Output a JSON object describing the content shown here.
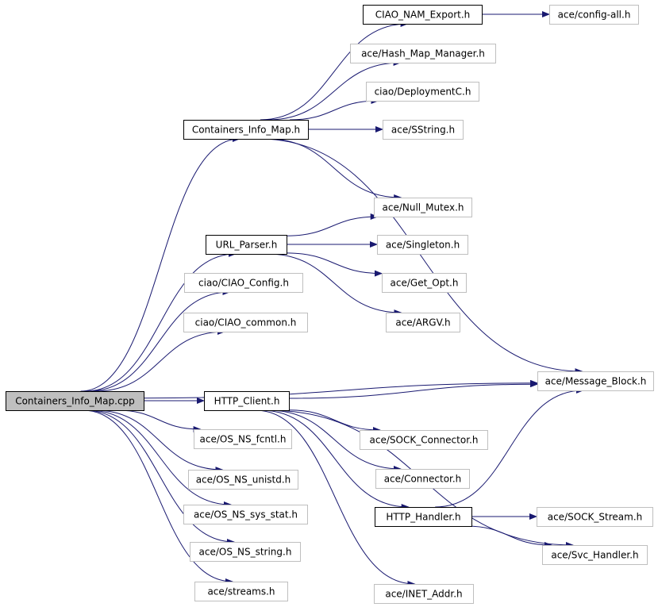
{
  "graph": {
    "nodes": [
      {
        "id": "root",
        "label": "Containers_Info_Map.cpp",
        "style": "root"
      },
      {
        "id": "cim_h",
        "label": "Containers_Info_Map.h",
        "style": "documented"
      },
      {
        "id": "url_parser",
        "label": "URL_Parser.h",
        "style": "documented"
      },
      {
        "id": "http_client",
        "label": "HTTP_Client.h",
        "style": "documented"
      },
      {
        "id": "ciao_nam",
        "label": "CIAO_NAM_Export.h",
        "style": "documented"
      },
      {
        "id": "http_handler",
        "label": "HTTP_Handler.h",
        "style": "documented"
      },
      {
        "id": "config_all",
        "label": "ace/config-all.h",
        "style": "external"
      },
      {
        "id": "hash_map",
        "label": "ace/Hash_Map_Manager.h",
        "style": "external"
      },
      {
        "id": "deploymentc",
        "label": "ciao/DeploymentC.h",
        "style": "external"
      },
      {
        "id": "sstring",
        "label": "ace/SString.h",
        "style": "external"
      },
      {
        "id": "null_mutex",
        "label": "ace/Null_Mutex.h",
        "style": "external"
      },
      {
        "id": "singleton",
        "label": "ace/Singleton.h",
        "style": "external"
      },
      {
        "id": "get_opt",
        "label": "ace/Get_Opt.h",
        "style": "external"
      },
      {
        "id": "argv",
        "label": "ace/ARGV.h",
        "style": "external"
      },
      {
        "id": "ciao_config",
        "label": "ciao/CIAO_Config.h",
        "style": "external"
      },
      {
        "id": "ciao_common",
        "label": "ciao/CIAO_common.h",
        "style": "external"
      },
      {
        "id": "message_block",
        "label": "ace/Message_Block.h",
        "style": "external"
      },
      {
        "id": "sock_connector",
        "label": "ace/SOCK_Connector.h",
        "style": "external"
      },
      {
        "id": "connector",
        "label": "ace/Connector.h",
        "style": "external"
      },
      {
        "id": "sock_stream",
        "label": "ace/SOCK_Stream.h",
        "style": "external"
      },
      {
        "id": "svc_handler",
        "label": "ace/Svc_Handler.h",
        "style": "external"
      },
      {
        "id": "inet_addr",
        "label": "ace/INET_Addr.h",
        "style": "external"
      },
      {
        "id": "os_fcntl",
        "label": "ace/OS_NS_fcntl.h",
        "style": "external"
      },
      {
        "id": "os_unistd",
        "label": "ace/OS_NS_unistd.h",
        "style": "external"
      },
      {
        "id": "os_sys_stat",
        "label": "ace/OS_NS_sys_stat.h",
        "style": "external"
      },
      {
        "id": "os_string",
        "label": "ace/OS_NS_string.h",
        "style": "external"
      },
      {
        "id": "streams",
        "label": "ace/streams.h",
        "style": "external"
      }
    ],
    "edges": [
      {
        "from": "root",
        "to": "cim_h"
      },
      {
        "from": "root",
        "to": "url_parser"
      },
      {
        "from": "root",
        "to": "ciao_config"
      },
      {
        "from": "root",
        "to": "ciao_common"
      },
      {
        "from": "root",
        "to": "message_block"
      },
      {
        "from": "root",
        "to": "http_client"
      },
      {
        "from": "root",
        "to": "os_fcntl"
      },
      {
        "from": "root",
        "to": "os_unistd"
      },
      {
        "from": "root",
        "to": "os_sys_stat"
      },
      {
        "from": "root",
        "to": "os_string"
      },
      {
        "from": "root",
        "to": "streams"
      },
      {
        "from": "cim_h",
        "to": "ciao_nam"
      },
      {
        "from": "cim_h",
        "to": "hash_map"
      },
      {
        "from": "cim_h",
        "to": "deploymentc"
      },
      {
        "from": "cim_h",
        "to": "sstring"
      },
      {
        "from": "cim_h",
        "to": "null_mutex"
      },
      {
        "from": "cim_h",
        "to": "message_block"
      },
      {
        "from": "ciao_nam",
        "to": "config_all"
      },
      {
        "from": "url_parser",
        "to": "null_mutex"
      },
      {
        "from": "url_parser",
        "to": "singleton"
      },
      {
        "from": "url_parser",
        "to": "get_opt"
      },
      {
        "from": "url_parser",
        "to": "argv"
      },
      {
        "from": "http_client",
        "to": "message_block"
      },
      {
        "from": "http_client",
        "to": "sock_connector"
      },
      {
        "from": "http_client",
        "to": "connector"
      },
      {
        "from": "http_client",
        "to": "http_handler"
      },
      {
        "from": "http_client",
        "to": "svc_handler"
      },
      {
        "from": "http_client",
        "to": "inet_addr"
      },
      {
        "from": "http_handler",
        "to": "sock_stream"
      },
      {
        "from": "http_handler",
        "to": "svc_handler"
      },
      {
        "from": "http_handler",
        "to": "message_block"
      }
    ]
  },
  "colors": {
    "edge": "#191970",
    "root_fill": "#bfbfbf",
    "documented_border": "#000000",
    "external_border": "#bfbfbf",
    "text": "#000000"
  }
}
